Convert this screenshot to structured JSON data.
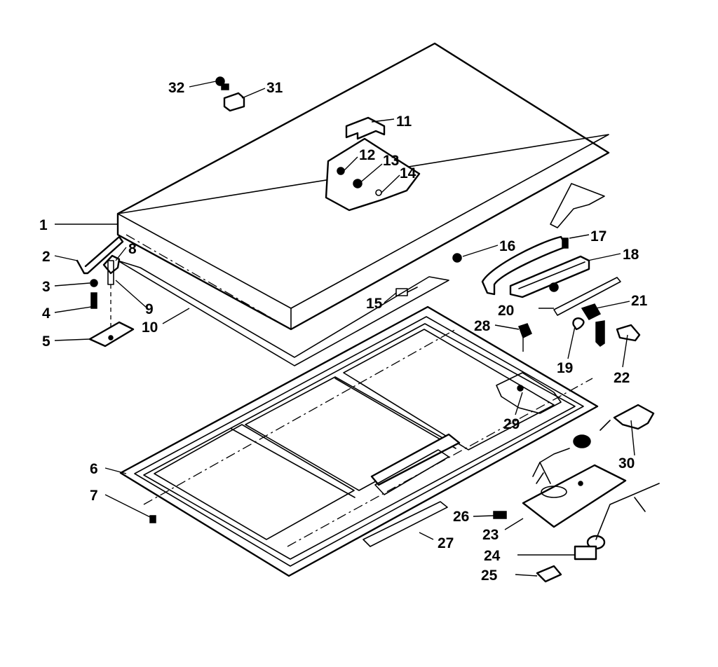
{
  "callouts": [
    {
      "n": "1"
    },
    {
      "n": "2"
    },
    {
      "n": "3"
    },
    {
      "n": "4"
    },
    {
      "n": "5"
    },
    {
      "n": "6"
    },
    {
      "n": "7"
    },
    {
      "n": "8"
    },
    {
      "n": "9"
    },
    {
      "n": "10"
    },
    {
      "n": "11"
    },
    {
      "n": "12"
    },
    {
      "n": "13"
    },
    {
      "n": "14"
    },
    {
      "n": "15"
    },
    {
      "n": "16"
    },
    {
      "n": "17"
    },
    {
      "n": "18"
    },
    {
      "n": "19"
    },
    {
      "n": "20"
    },
    {
      "n": "21"
    },
    {
      "n": "22"
    },
    {
      "n": "23"
    },
    {
      "n": "24"
    },
    {
      "n": "25"
    },
    {
      "n": "26"
    },
    {
      "n": "27"
    },
    {
      "n": "28"
    },
    {
      "n": "29"
    },
    {
      "n": "30"
    },
    {
      "n": "31"
    },
    {
      "n": "32"
    }
  ]
}
